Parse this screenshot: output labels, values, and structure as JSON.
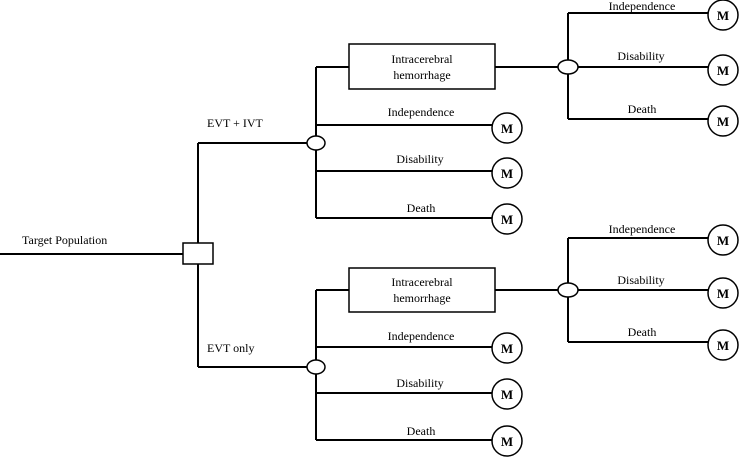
{
  "root_label": "Target Population",
  "markov_symbol": "M",
  "strategies": [
    {
      "label": "EVT + IVT",
      "outcomes": [
        "Intracerebral hemorrhage",
        "Independence",
        "Disability",
        "Death"
      ],
      "sub_outcomes": [
        "Independence",
        "Disability",
        "Death"
      ]
    },
    {
      "label": "EVT only",
      "outcomes": [
        "Intracerebral hemorrhage",
        "Independence",
        "Disability",
        "Death"
      ],
      "sub_outcomes": [
        "Independence",
        "Disability",
        "Death"
      ]
    }
  ]
}
